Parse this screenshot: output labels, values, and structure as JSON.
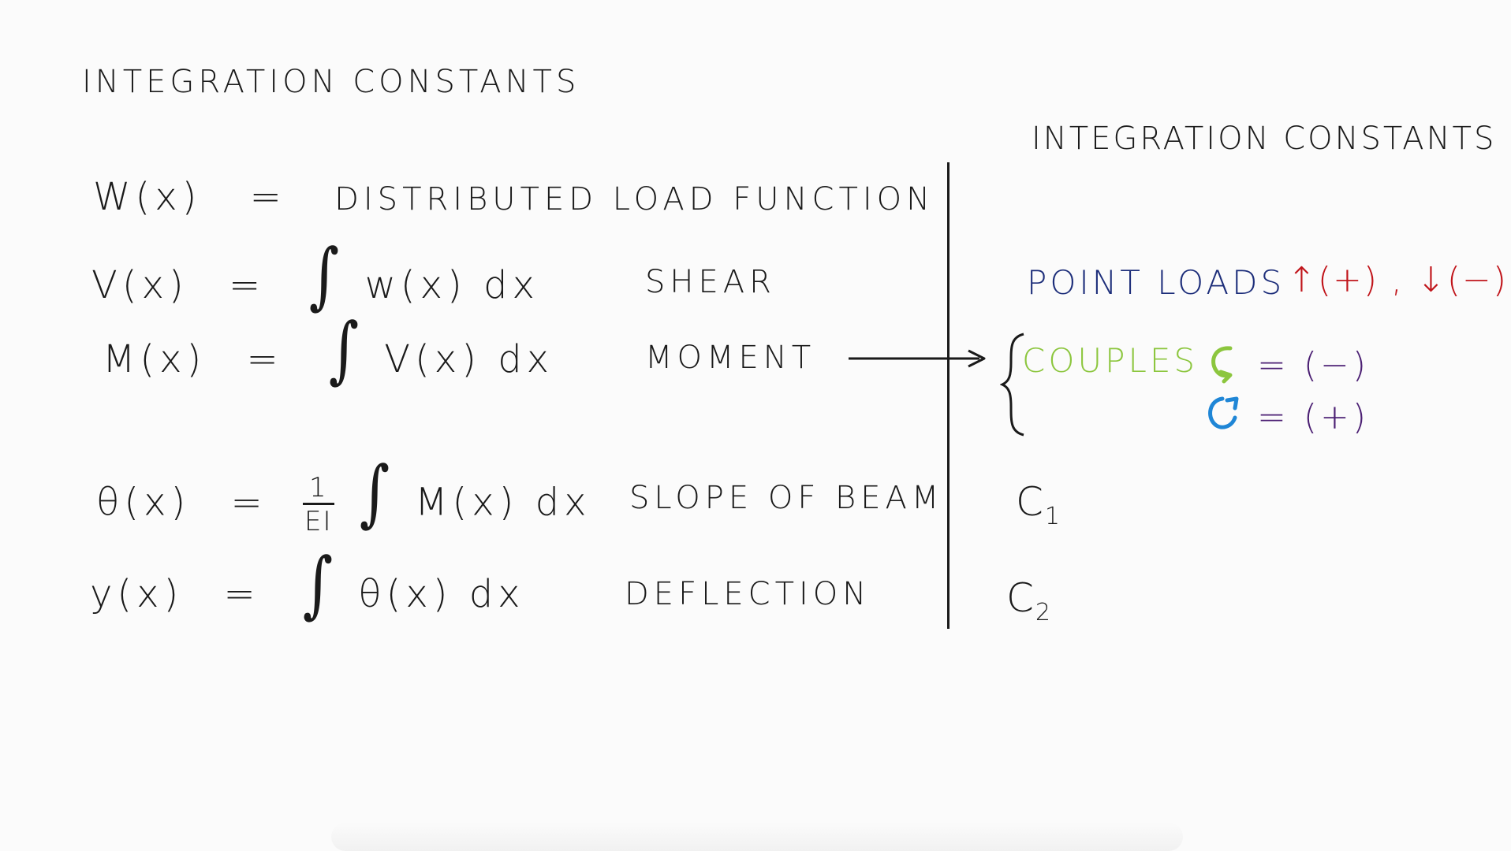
{
  "board": {
    "title_left": "INTEGRATION CONSTANTS",
    "title_right": "INTEGRATION CONSTANTS",
    "equations": [
      {
        "lhs": "W(x)",
        "eq": "=",
        "rhs": "DISTRIBUTED LOAD FUNCTION"
      },
      {
        "lhs": "V(x)",
        "eq": "=",
        "integral": "∫",
        "rhs": "w(x) dx",
        "label": "SHEAR"
      },
      {
        "lhs": "M(x)",
        "eq": "=",
        "integral": "∫",
        "rhs": "V(x) dx",
        "label": "MOMENT"
      },
      {
        "lhs": "θ(x)",
        "eq": "=",
        "frac_num": "1",
        "frac_den": "EI",
        "integral": "∫",
        "rhs": "M(x) dx",
        "label": "SLOPE OF BEAM"
      },
      {
        "lhs": "y(x)",
        "eq": "=",
        "integral": "∫",
        "rhs": "θ(x) dx",
        "label": "DEFLECTION"
      }
    ],
    "right": {
      "point_loads": "POINT LOADS",
      "point_loads_signs": "↑(+) , ↓(−)",
      "couples": "COUPLES",
      "ccw_value": "= (−)",
      "cw_value": "= (+)",
      "c1_letter": "C",
      "c1_sub": "1",
      "c2_letter": "C",
      "c2_sub": "2"
    },
    "colors": {
      "ink": "#1a1a1a",
      "point_loads": "#1d2e7a",
      "signs": "#c0141a",
      "couples": "#8cc63e",
      "values": "#4b1f73",
      "cw_arrow": "#1f86d6"
    },
    "icons": {
      "ccw": "counterclockwise-arrow-icon",
      "cw": "clockwise-arrow-icon",
      "arrow": "right-arrow-icon",
      "brace": "curly-brace-icon"
    }
  }
}
